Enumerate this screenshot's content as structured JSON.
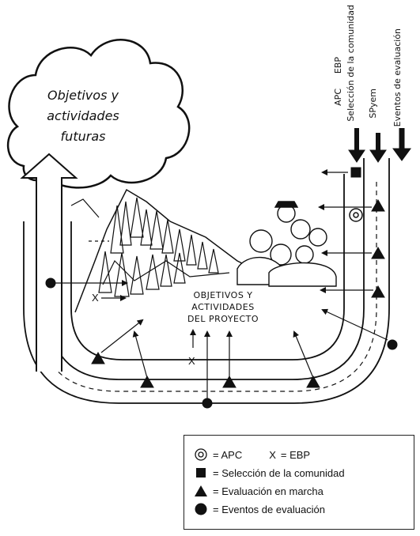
{
  "cloud": {
    "lines": [
      "Objetivos y",
      "actividades",
      "futuras"
    ]
  },
  "project": {
    "lines": [
      "OBJETIVOS Y",
      "ACTIVIDADES",
      "DEL PROYECTO"
    ]
  },
  "columns": {
    "c1_top": "EBP",
    "c1_bottom": "APC",
    "c1_side": "Selección de la comunidad",
    "c2": "SPyem",
    "c3": "Eventos de evaluación"
  },
  "markers": {
    "x_left": "X",
    "x_center": "X"
  },
  "legend": {
    "apc": "= APC",
    "ebp_symbol": "X",
    "ebp": "= EBP",
    "seleccion": "= Selección de la comunidad",
    "evaluacion_marcha": "= Evaluación en marcha",
    "eventos": "= Eventos de evaluación"
  }
}
